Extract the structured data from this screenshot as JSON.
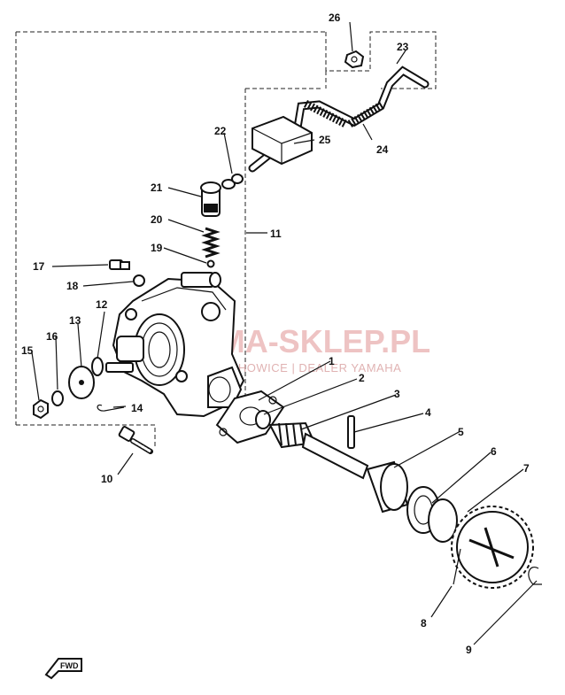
{
  "parts": [
    {
      "number": "1"
    },
    {
      "number": "2"
    },
    {
      "number": "3"
    },
    {
      "number": "4"
    },
    {
      "number": "5"
    },
    {
      "number": "6"
    },
    {
      "number": "7"
    },
    {
      "number": "8"
    },
    {
      "number": "9"
    },
    {
      "number": "10"
    },
    {
      "number": "11"
    },
    {
      "number": "12"
    },
    {
      "number": "13"
    },
    {
      "number": "14"
    },
    {
      "number": "15"
    },
    {
      "number": "16"
    },
    {
      "number": "17"
    },
    {
      "number": "18"
    },
    {
      "number": "19"
    },
    {
      "number": "20"
    },
    {
      "number": "21"
    },
    {
      "number": "22"
    },
    {
      "number": "23"
    },
    {
      "number": "24"
    },
    {
      "number": "25"
    },
    {
      "number": "26"
    }
  ],
  "watermark": {
    "brand": "YAMA-SKLEP.PL",
    "tagline": "...RZYSCHOWICE | DEALER YAMAHA",
    "color": "#e9b0b0"
  },
  "direction_marker": {
    "label": "FWD",
    "icon": "fwd-arrow-icon"
  }
}
